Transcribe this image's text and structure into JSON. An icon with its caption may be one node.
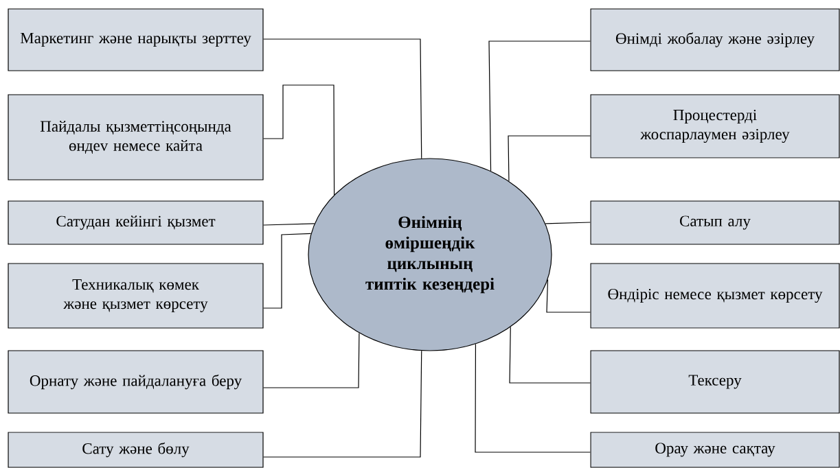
{
  "diagram": {
    "nodes": [
      {
        "text": [
          "Өнімнің өміршеңдік циклының типтік кезеңдері"
        ]
      },
      {
        "text": [
          "Маркетинг және нарықты зерттеу"
        ]
      },
      {
        "text": [
          "Пайдалы қызметтіңсоңында өндеv немесе кайта"
        ]
      },
      {
        "text": [
          "Сатудан кейінгі қызмет"
        ]
      },
      {
        "text": [
          "Техникалық көмек және қызмет көрсету"
        ]
      },
      {
        "text": [
          "Орнату және пайдалануға беру"
        ]
      },
      {
        "text": [
          "Сату және бөлу"
        ]
      },
      {
        "text": [
          "Өнімді жобалау және әзірлеу"
        ]
      },
      {
        "text": [
          "Процестерді жоспарлаумен әзірлеу"
        ]
      },
      {
        "text": [
          "Сатып алу"
        ]
      },
      {
        "text": [
          "Өндіріс немесе қызмет көрсету"
        ]
      },
      {
        "text": [
          "Тексеру"
        ]
      },
      {
        "text": [
          "Орау және сақтау"
        ]
      }
    ],
    "edges": [
      {
        "from": 0,
        "to": 1,
        "arrow": "none"
      },
      {
        "from": 0,
        "to": 2,
        "arrow": "none"
      },
      {
        "from": 0,
        "to": 3,
        "arrow": "none"
      },
      {
        "from": 0,
        "to": 4,
        "arrow": "none"
      },
      {
        "from": 0,
        "to": 5,
        "arrow": "none"
      },
      {
        "from": 0,
        "to": 6,
        "arrow": "none"
      },
      {
        "from": 0,
        "to": 7,
        "arrow": "none"
      },
      {
        "from": 0,
        "to": 8,
        "arrow": "none"
      },
      {
        "from": 0,
        "to": 9,
        "arrow": "none"
      },
      {
        "from": 0,
        "to": 10,
        "arrow": "none"
      },
      {
        "from": 0,
        "to": 11,
        "arrow": "none"
      },
      {
        "from": 0,
        "to": 12,
        "arrow": "none"
      }
    ]
  }
}
